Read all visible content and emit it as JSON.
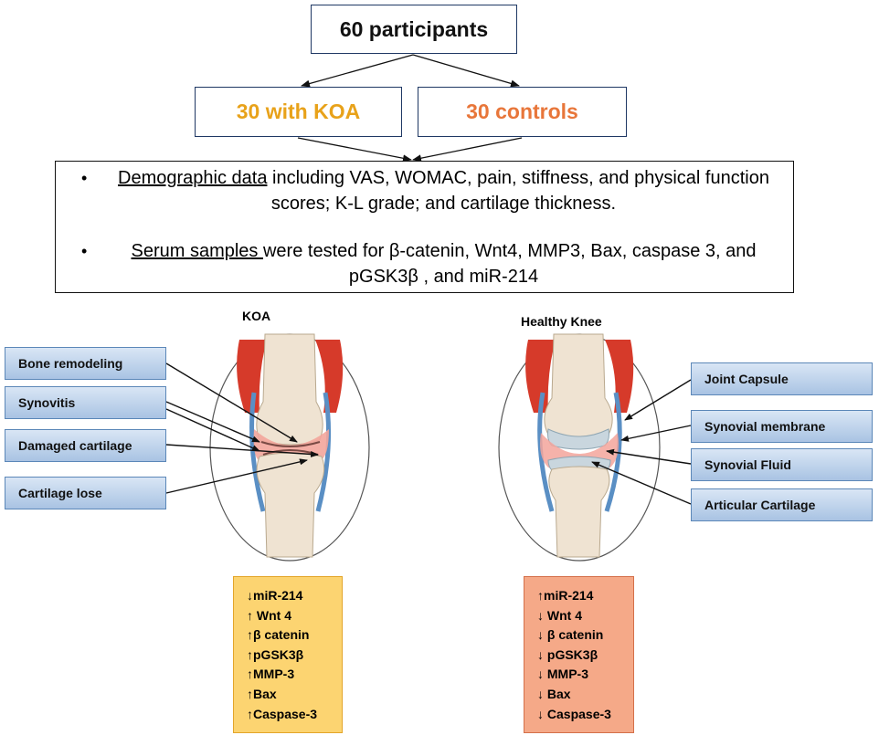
{
  "top": {
    "participants": "60 participants"
  },
  "groups": {
    "koa": "30 with KOA",
    "controls": "30 controls"
  },
  "info": {
    "bullet1_underlined": "Demographic data",
    "bullet1_rest": " including VAS, WOMAC, pain, stiffness, and physical function scores; K-L grade; and cartilage thickness.",
    "bullet2_underlined": "Serum samples ",
    "bullet2_rest": "were tested for β-catenin, Wnt4, MMP3, Bax, caspase 3, and pGSK3β , and miR-214"
  },
  "diagram": {
    "koa_title": "KOA",
    "healthy_title": "Healthy Knee",
    "koa_labels": [
      "Bone remodeling",
      "Synovitis",
      "Damaged cartilage",
      "Cartilage lose"
    ],
    "healthy_labels": [
      "Joint Capsule",
      "Synovial membrane",
      "Synovial Fluid",
      "Articular Cartilage"
    ]
  },
  "markers": {
    "koa": [
      "↓miR-214",
      "↑ Wnt 4",
      "↑β catenin",
      "↑pGSK3β",
      "↑MMP-3",
      "↑Bax",
      "↑Caspase-3"
    ],
    "healthy": [
      "↑miR-214",
      "↓ Wnt 4",
      "↓ β catenin",
      "↓ pGSK3β",
      "↓ MMP-3",
      "↓ Bax",
      "↓ Caspase-3"
    ]
  },
  "colors": {
    "koa_text": "#e8a21a",
    "controls_text": "#e8763a",
    "koa_marker_bg": "#fcd471",
    "healthy_marker_bg": "#f5a988",
    "label_bg": "#b8cfe9",
    "muscle": "#d63a2a",
    "bone": "#efe3d2"
  }
}
